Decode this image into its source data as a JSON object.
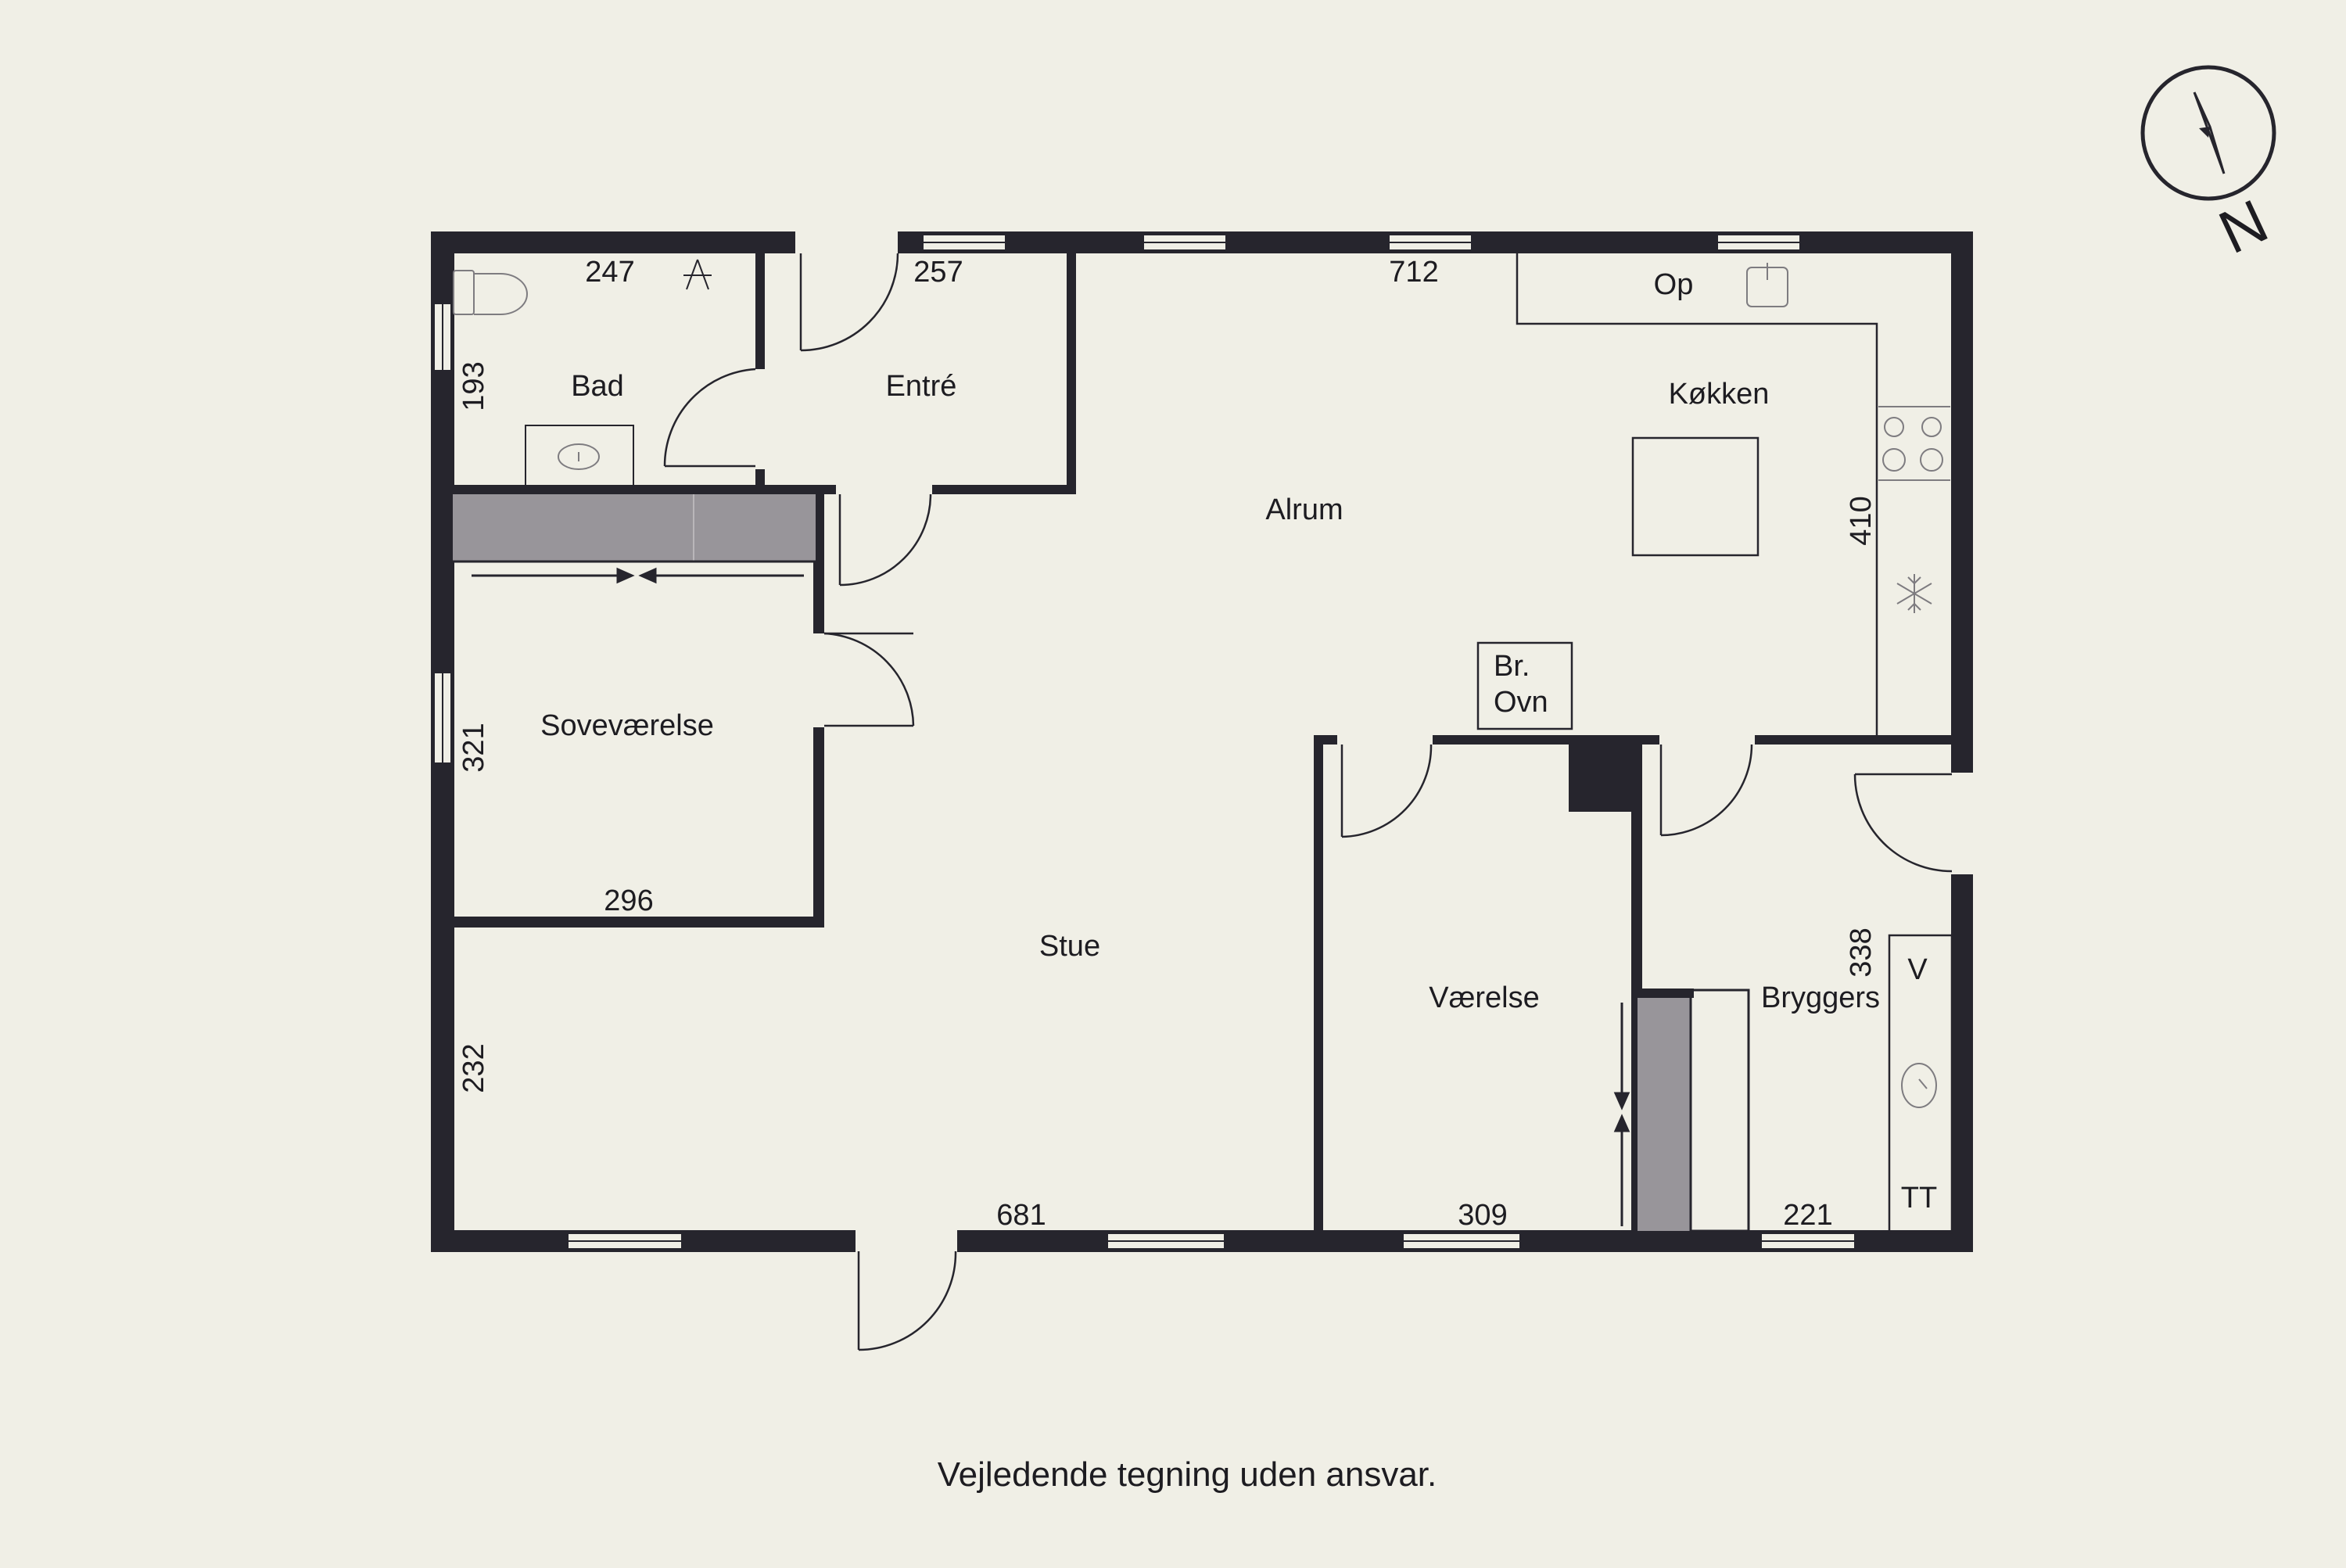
{
  "colors": {
    "background": "#f0efe6",
    "wall": "#26252d",
    "closet": "#98959a",
    "line": "#26252d"
  },
  "rooms": {
    "bad": "Bad",
    "entre": "Entré",
    "alrum": "Alrum",
    "kokken": "Køkken",
    "sovevaerelse": "Soveværelse",
    "stue": "Stue",
    "vaerelse": "Værelse",
    "bryggers": "Bryggers"
  },
  "dimensions": {
    "bad_top": "247",
    "entre_top": "257",
    "alrum_top": "712",
    "bad_side": "193",
    "sove_side": "321",
    "sove_bottom": "296",
    "stue_side": "232",
    "stue_bottom": "681",
    "vaerelse_bottom": "309",
    "bryggers_bottom": "221",
    "kokken_side": "410",
    "bryggers_side": "338"
  },
  "fixtures": {
    "op": "Op",
    "br": "Br.",
    "ovn": "Ovn",
    "v": "V",
    "tt": "TT"
  },
  "compass": {
    "letter": "N",
    "icon": "compass-icon"
  },
  "disclaimer": "Vejledende tegning uden ansvar."
}
